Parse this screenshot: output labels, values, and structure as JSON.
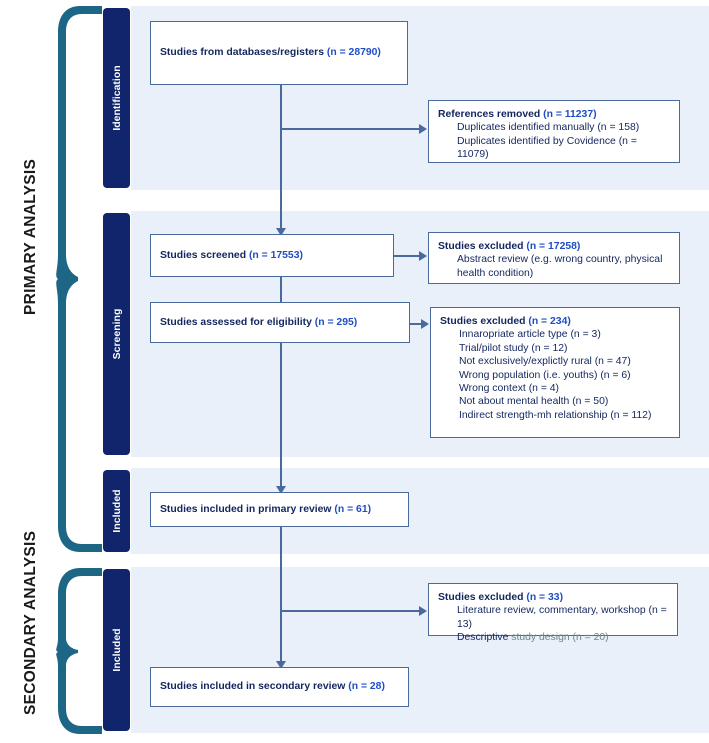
{
  "diagram": {
    "type": "prisma-flow-diagram",
    "colors": {
      "accent_blue": "#1f4ec4",
      "navy_bar": "#10256b",
      "teal_brace": "#1d6685",
      "band_background": "#eaf0fa",
      "box_border": "#4a6a9e",
      "text_navy": "#13265e",
      "muted_green": "#6c8a86"
    }
  },
  "analysis_sections": [
    {
      "id": "primary",
      "label": "PRIMARY ANALYSIS"
    },
    {
      "id": "secondary",
      "label": "SECONDARY ANALYSIS"
    }
  ],
  "stage_bars": [
    {
      "id": "identification",
      "label": "Identification"
    },
    {
      "id": "screening",
      "label": "Screening"
    },
    {
      "id": "included-primary",
      "label": "Included"
    },
    {
      "id": "included-secondary",
      "label": "Included"
    }
  ],
  "boxes": {
    "databases": {
      "text": "Studies from databases/registers ",
      "count": "(n = 28790)"
    },
    "references_removed": {
      "title": "References removed ",
      "count": "(n = 11237)",
      "items": [
        "Duplicates identified manually (n = 158)",
        "Duplicates identified by Covidence (n = 11079)"
      ]
    },
    "screened": {
      "text": "Studies screened ",
      "count": "(n = 17553)"
    },
    "excluded_screening": {
      "title": "Studies excluded ",
      "count": "(n = 17258)",
      "items": [
        "Abstract review (e.g. wrong country, physical health condition)"
      ]
    },
    "eligibility": {
      "text": "Studies assessed for eligibility ",
      "count": "(n = 295)"
    },
    "excluded_eligibility": {
      "title": "Studies excluded ",
      "count": "(n = 234)",
      "items": [
        "Innaropriate article type (n = 3)",
        "Trial/pilot study (n = 12)",
        "Not exclusively/explictly rural (n = 47)",
        "Wrong population (i.e. youths) (n = 6)",
        "Wrong context (n = 4)",
        "Not about mental health (n = 50)",
        "Indirect strength-mh relationship (n = 112)"
      ]
    },
    "included_primary": {
      "text": "Studies included in primary review ",
      "count": "(n = 61)"
    },
    "excluded_secondary": {
      "title": "Studies excluded ",
      "count": "(n = 33)",
      "items": [
        "Literature review, commentary, workshop (n = 13)"
      ],
      "item_split": {
        "bold_part": "Descriptive ",
        "muted_part": "study design (n = 20)"
      }
    },
    "included_secondary": {
      "text": "Studies included in secondary review ",
      "count": "(n = 28)"
    }
  }
}
